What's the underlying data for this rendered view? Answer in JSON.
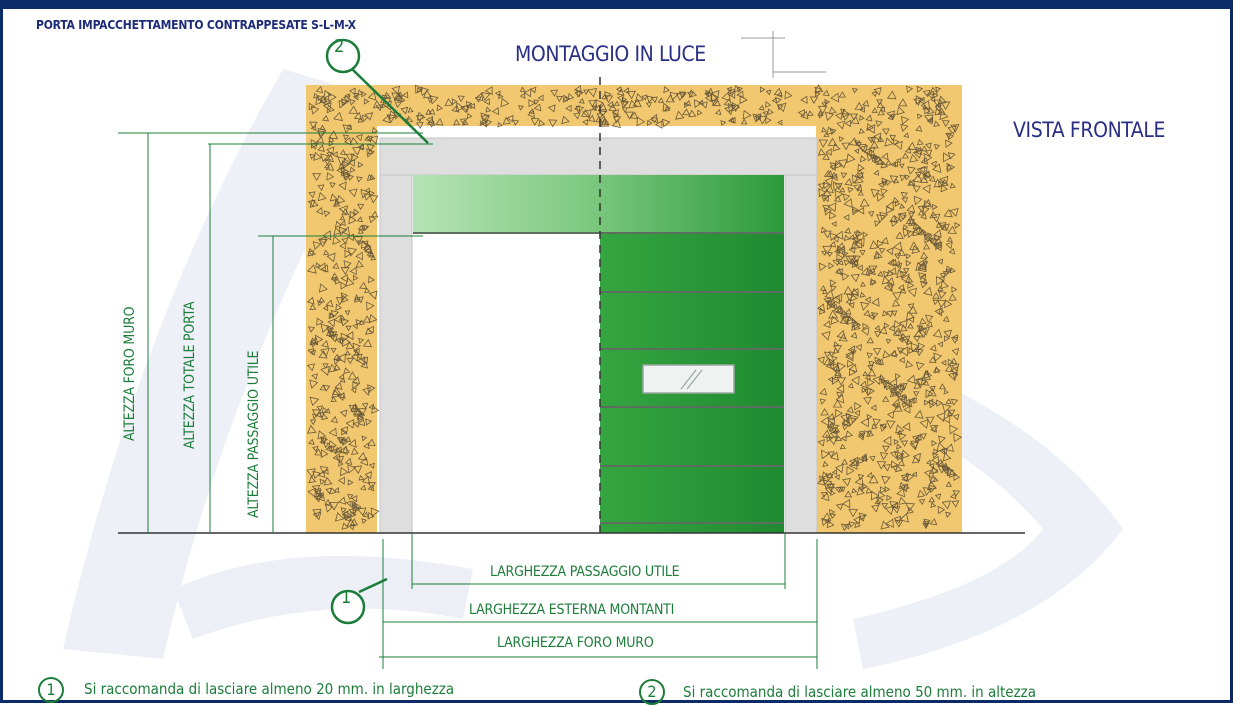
{
  "header": {
    "product_title": "PORTA IMPACCHETTAMENTO CONTRAPPESATE S-L-M-X",
    "mounting_type": "MONTAGGIO IN LUCE",
    "view": "VISTA FRONTALE"
  },
  "dimensions": {
    "vertical": [
      "ALTEZZA FORO MURO",
      "ALTEZZA TOTALE PORTA",
      "ALTEZZA PASSAGGIO UTILE"
    ],
    "horizontal": [
      "LARGHEZZA PASSAGGIO UTILE",
      "LARGHEZZA ESTERNA MONTANTI",
      "LARGHEZZA FORO MURO"
    ]
  },
  "callouts": [
    {
      "number": "1",
      "text": "Si raccomanda di lasciare almeno 20 mm. in larghezza"
    },
    {
      "number": "2",
      "text": "Si raccomanda di lasciare almeno 50 mm. in altezza"
    }
  ],
  "colors": {
    "wall": "#f1c86f",
    "door": "#2d9c3c",
    "frame": "#dcdcdc",
    "dimension_lines": "#1c7d3a",
    "title_text": "#2a2f86"
  }
}
